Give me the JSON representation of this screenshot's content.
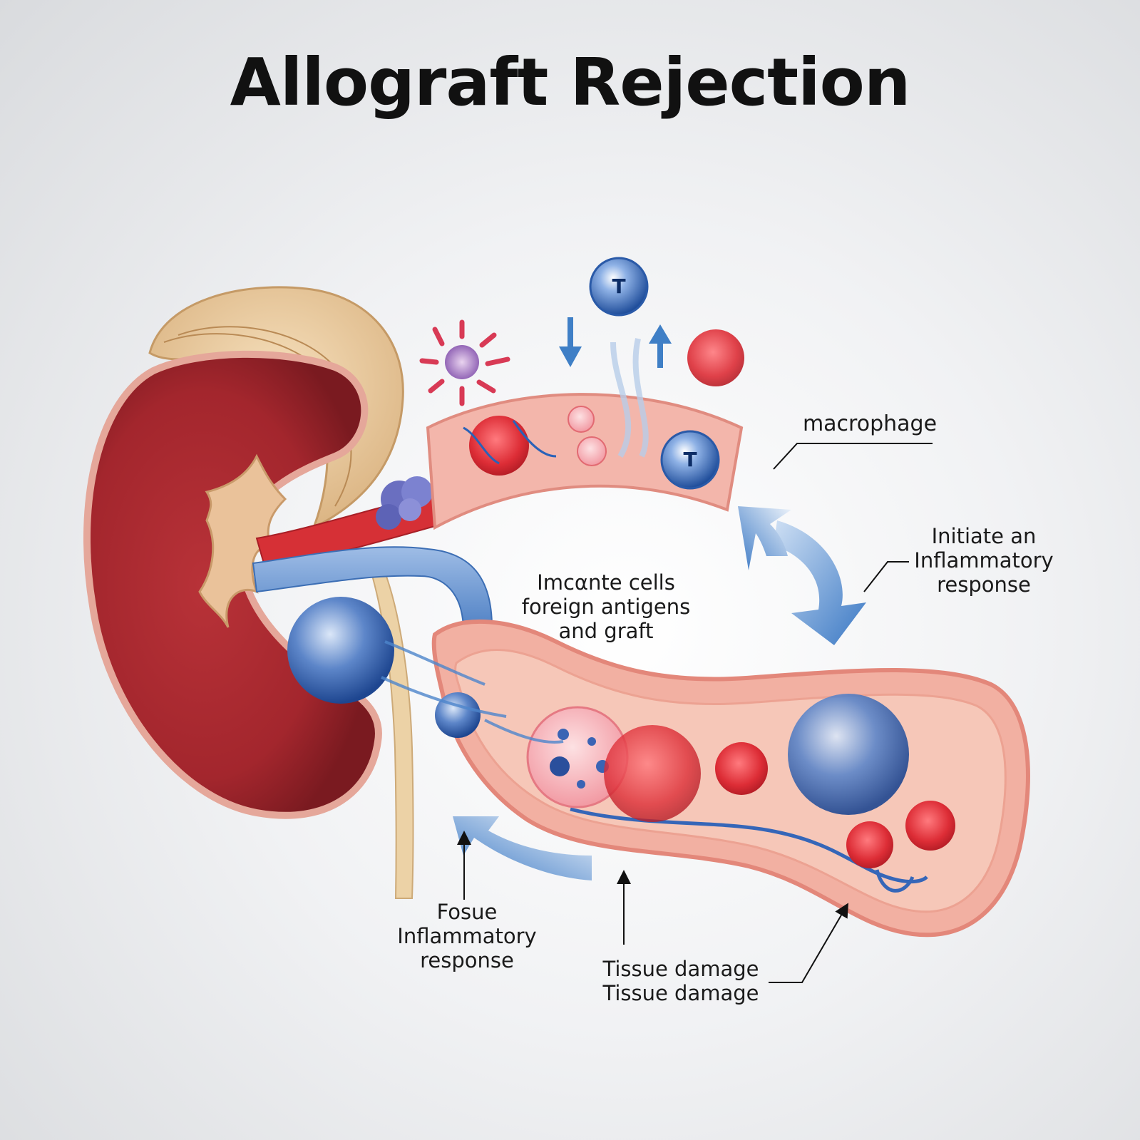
{
  "title": "Allograft Rejection",
  "labels": {
    "macrophage": "macrophage",
    "initiate": [
      "Initiate an",
      "Inflammatory",
      "response"
    ],
    "immune_cells": [
      "Imcαnte cells",
      "foreign antigens",
      "and graft"
    ],
    "focus": [
      "Fosue",
      "Inflammatory",
      "response"
    ],
    "tissue": [
      "Tissue damage",
      "Tissue damage"
    ]
  },
  "cell_markers": {
    "t_cell_top": "T",
    "t_cell_vessel": "T"
  },
  "colors": {
    "kidney": "#a3262d",
    "fat": "#e8c89a",
    "vessel_tissue": "#f0a89a",
    "t_cell": "#2a5aa8",
    "red_cell": "#e0303a",
    "arrow_blue": "#3f7fc6"
  },
  "icons": [
    "kidney",
    "adipose-tissue",
    "ureter",
    "renal-artery",
    "renal-vein",
    "t-cell",
    "macrophage",
    "red-blood-cell",
    "blood-vessel-cross-section",
    "flow-arrow"
  ]
}
